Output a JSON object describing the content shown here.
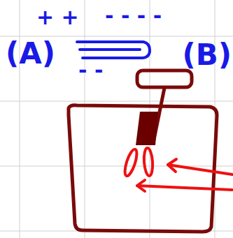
{
  "diagram": {
    "labels": [
      "(A)",
      "(B)",
      "+ +",
      "- - - -",
      "- -"
    ]
  }
}
